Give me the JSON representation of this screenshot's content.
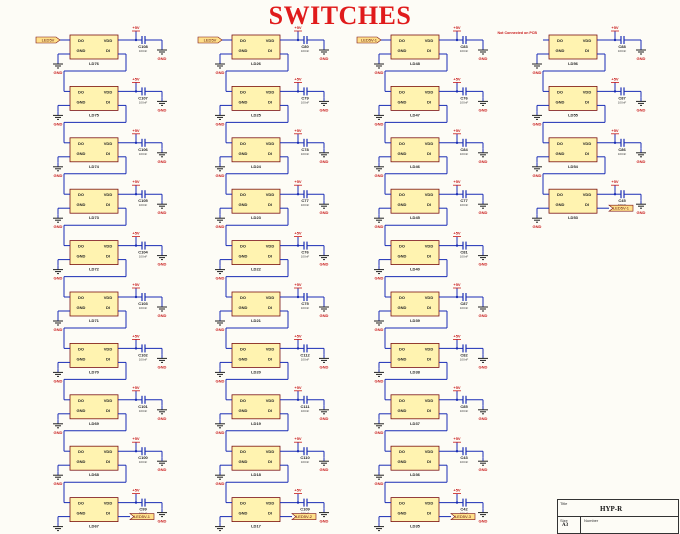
{
  "sheet": {
    "title": "SWITCHES",
    "note": "Not Connected on PCB"
  },
  "part_labels": {
    "pin_do": "DO",
    "pin_vdd": "VDD",
    "pin_gnd": "GND",
    "pin_di": "DI",
    "power": "+5V",
    "ground": "GND",
    "cap_value": "100nF"
  },
  "columns": [
    {
      "port_in": "LED5V",
      "port_out": "LED5V-1",
      "leds": [
        "LD76",
        "LD75",
        "LD74",
        "LD73",
        "LD72",
        "LD71",
        "LD70",
        "LD69",
        "LD68",
        "LD67"
      ],
      "caps": [
        "C108",
        "C107",
        "C106",
        "C105",
        "C104",
        "C103",
        "C102",
        "C101",
        "C100",
        "C99"
      ]
    },
    {
      "port_in": "LED5V",
      "port_out": "LED5V-2",
      "leds": [
        "LD26",
        "LD25",
        "LD24",
        "LD23",
        "LD22",
        "LD21",
        "LD20",
        "LD19",
        "LD18",
        "LD17"
      ],
      "caps": [
        "C80",
        "C79",
        "C78",
        "C77",
        "C76",
        "C75",
        "C112",
        "C111",
        "C110",
        "C109"
      ]
    },
    {
      "port_in": "LED5V-1",
      "port_out": "LED5V-3",
      "leds": [
        "LD48",
        "LD47",
        "LD46",
        "LD45",
        "LD40",
        "LD39",
        "LD38",
        "LD37",
        "LD36",
        "LD35"
      ],
      "caps": [
        "C83",
        "C76",
        "C84",
        "C77",
        "C81",
        "C87",
        "C82",
        "C85",
        "C43",
        "C42"
      ]
    },
    {
      "port_in": "",
      "port_out": "LED5V-1",
      "leds": [
        "LD56",
        "LD55",
        "LD54",
        "LD53"
      ],
      "caps": [
        "C88",
        "C87",
        "C86",
        "C45"
      ]
    }
  ],
  "title_block": {
    "title_label": "Title",
    "title": "HYP-R",
    "size_label": "Size",
    "size": "A3",
    "number_label": "Number"
  },
  "colors": {
    "wire": "#1a2db5",
    "component_fill": "#fff3b0",
    "component_stroke": "#7a1010",
    "power_text": "#c81a1a",
    "title": "#e01b1b",
    "port_fill": "#ffe08a"
  }
}
